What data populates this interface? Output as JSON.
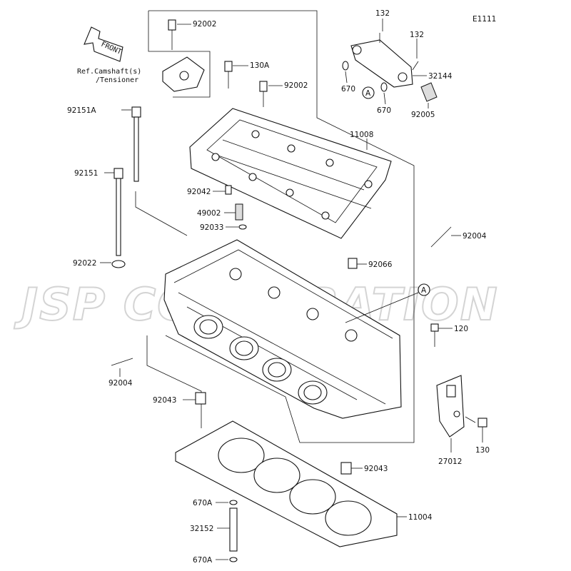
{
  "diagram_code": "E1111",
  "front_label": "FRONT",
  "ref_note": [
    "Ref.Camshaft(s)",
    "/Tensioner"
  ],
  "watermark": "JSP CORPORATION",
  "callout_letter": "A",
  "parts": {
    "p92002_top": "92002",
    "p130A": "130A",
    "p92002_mid": "92002",
    "p92151A": "92151A",
    "p92151": "92151",
    "p11008": "11008",
    "p92042": "92042",
    "p49002": "49002",
    "p92033": "92033",
    "p92022": "92022",
    "p92004_r": "92004",
    "p92066": "92066",
    "p120": "120",
    "p92004_l": "92004",
    "p92043_l": "92043",
    "p130": "130",
    "p27012": "27012",
    "p92043_r": "92043",
    "p670A_top": "670A",
    "p11004": "11004",
    "p32152": "32152",
    "p670A_bot": "670A",
    "p132_a": "132",
    "p132_b": "132",
    "p32144": "32144",
    "p670_a": "670",
    "p670_b": "670",
    "p92005": "92005"
  }
}
